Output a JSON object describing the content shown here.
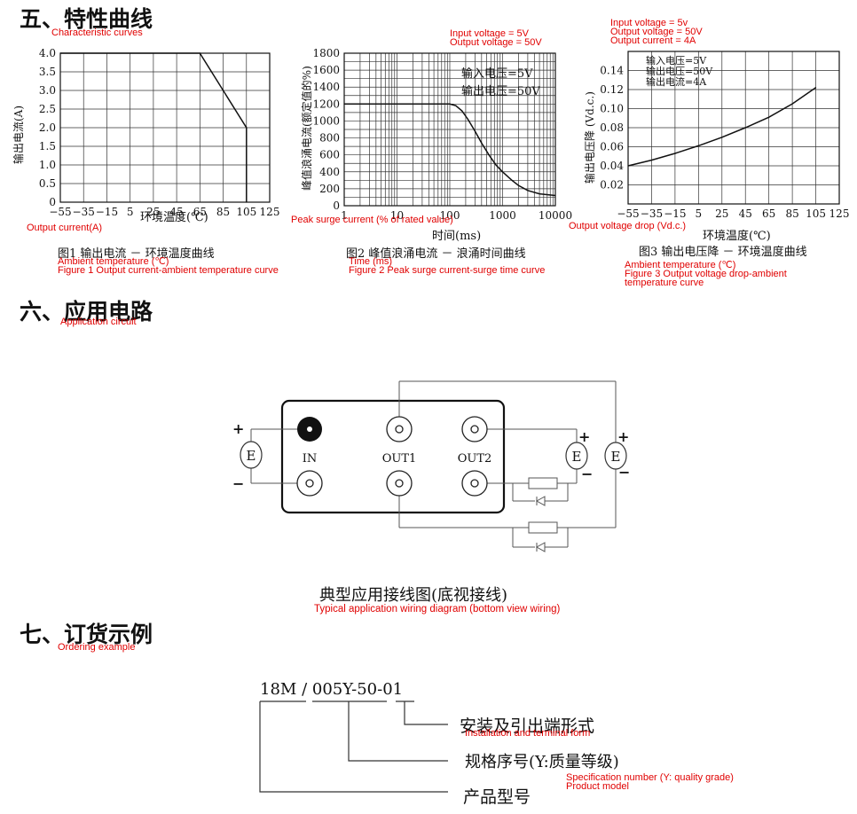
{
  "section5": {
    "title_cn": "五、特性曲线",
    "title_en": "Characteristic curves"
  },
  "section6": {
    "title_cn": "六、应用电路",
    "title_en": "Application circuit"
  },
  "section7": {
    "title_cn": "七、订货示例",
    "title_en": "Ordering example"
  },
  "fig1": {
    "caption_cn": "图1 输出电流 － 环境温度曲线",
    "caption_en": "Figure 1 Output current-ambient temperature curve",
    "xlabel_cn": "环境温度(℃)",
    "xlabel_en": "Ambient temperature (℃)",
    "ylabel_cn": "输出电流(A)",
    "ylabel_en": "Output current(A)"
  },
  "fig2": {
    "caption_cn": "图2 峰值浪涌电流 － 浪涌时间曲线",
    "caption_en": "Figure 2 Peak surge current-surge time curve",
    "xlabel_cn": "时间(ms)",
    "xlabel_en": "Time (ms)",
    "ylabel_cn": "峰值浪涌电流(额定值的%)",
    "ylabel_en": "Peak surge current (% of rated value)",
    "legend_cn": [
      "输入电压=5V",
      "输出电压=50V"
    ],
    "legend_en": [
      "Input voltage = 5V",
      "Output voltage = 50V"
    ]
  },
  "fig3": {
    "caption_cn": "图3 输出电压降 － 环境温度曲线",
    "caption_en_1": "Figure 3 Output voltage drop-ambient",
    "caption_en_2": "temperature curve",
    "xlabel_cn": "环境温度(℃)",
    "xlabel_en": "Ambient temperature (℃)",
    "ylabel_cn": "输出电压降 (Vd.c.)",
    "ylabel_en": "Output voltage drop (Vd.c.)",
    "legend_cn": [
      "输入电压=5V",
      "输出电压=50V",
      "输出电流=4A"
    ],
    "legend_en": [
      "Input voltage = 5v",
      "Output voltage = 50V",
      "Output current = 4A"
    ]
  },
  "chart_data": [
    {
      "type": "line",
      "x": [
        -55,
        65,
        105,
        105
      ],
      "y": [
        4.0,
        4.0,
        2.0,
        0
      ],
      "xticks": [
        "−55",
        "−35",
        "−15",
        "5",
        "25",
        "45",
        "65",
        "85",
        "105",
        "125"
      ],
      "yticks": [
        "0",
        "0.5",
        "1.0",
        "1.5",
        "2.0",
        "2.5",
        "3.0",
        "3.5",
        "4.0"
      ],
      "xlim": [
        -55,
        125
      ],
      "ylim": [
        0,
        4.0
      ],
      "grid": true
    },
    {
      "type": "line",
      "xscale": "log",
      "x": [
        1,
        100,
        130,
        170,
        220,
        300,
        400,
        550,
        750,
        1000,
        1500,
        2000,
        3000,
        5000,
        10000
      ],
      "y": [
        1200,
        1200,
        1180,
        1120,
        1020,
        880,
        740,
        600,
        480,
        400,
        300,
        240,
        180,
        140,
        120
      ],
      "xticks": [
        "1",
        "10",
        "100",
        "1000",
        "10000"
      ],
      "yticks": [
        "0",
        "200",
        "400",
        "600",
        "800",
        "1000",
        "1200",
        "1400",
        "1600",
        "1800"
      ],
      "xlim": [
        1,
        10000
      ],
      "ylim": [
        0,
        1800
      ],
      "grid": true
    },
    {
      "type": "line",
      "x": [
        -55,
        -35,
        -15,
        5,
        25,
        45,
        65,
        85,
        105
      ],
      "y": [
        0.04,
        0.046,
        0.053,
        0.061,
        0.07,
        0.08,
        0.091,
        0.105,
        0.122
      ],
      "xticks": [
        "−55",
        "−35",
        "−15",
        "5",
        "25",
        "45",
        "65",
        "85",
        "105",
        "125"
      ],
      "yticks": [
        "0.02",
        "0.04",
        "0.06",
        "0.08",
        "0.10",
        "0.12",
        "0.14"
      ],
      "xlim": [
        -55,
        125
      ],
      "ylim": [
        0,
        0.16
      ],
      "grid": true
    }
  ],
  "circuit": {
    "caption_cn": "典型应用接线图(底视接线)",
    "caption_en": "Typical application wiring diagram (bottom view wiring)",
    "pin_in": "IN",
    "pin_out1": "OUT1",
    "pin_out2": "OUT2",
    "source_symbol": "E",
    "plus": "+",
    "minus": "−"
  },
  "order": {
    "model": "18M",
    "sep": "/",
    "spec": "005Y-50-01",
    "item1_cn": "安装及引出端形式",
    "item1_en": "Installation and terminal form",
    "item2_cn": "规格序号(Y:质量等级)",
    "item2_en": "Specification number (Y: quality grade)",
    "item3_cn": "产品型号",
    "item3_en": "Product model"
  }
}
